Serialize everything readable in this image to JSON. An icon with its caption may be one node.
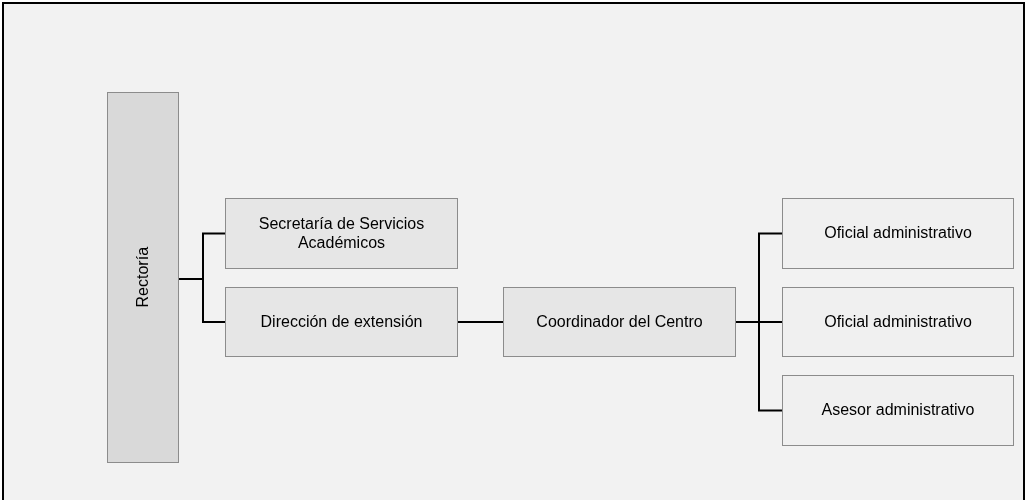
{
  "diagram": {
    "nodes": [
      {
        "text": [
          "Rectoría"
        ]
      },
      {
        "text": [
          "Secretaría de Servicios Académicos"
        ]
      },
      {
        "text": [
          "Dirección de extensión"
        ]
      },
      {
        "text": [
          "Coordinador del Centro"
        ]
      },
      {
        "text": [
          "Oficial administrativo"
        ]
      },
      {
        "text": [
          "Oficial administrativo"
        ]
      },
      {
        "text": [
          "Asesor administrativo"
        ]
      }
    ],
    "edges": [
      {
        "from": 0,
        "to": 1,
        "arrow": "none"
      },
      {
        "from": 0,
        "to": 2,
        "arrow": "none"
      },
      {
        "from": 2,
        "to": 3,
        "arrow": "none"
      },
      {
        "from": 3,
        "to": 4,
        "arrow": "none"
      },
      {
        "from": 3,
        "to": 5,
        "arrow": "none"
      },
      {
        "from": 3,
        "to": 6,
        "arrow": "none"
      }
    ]
  }
}
